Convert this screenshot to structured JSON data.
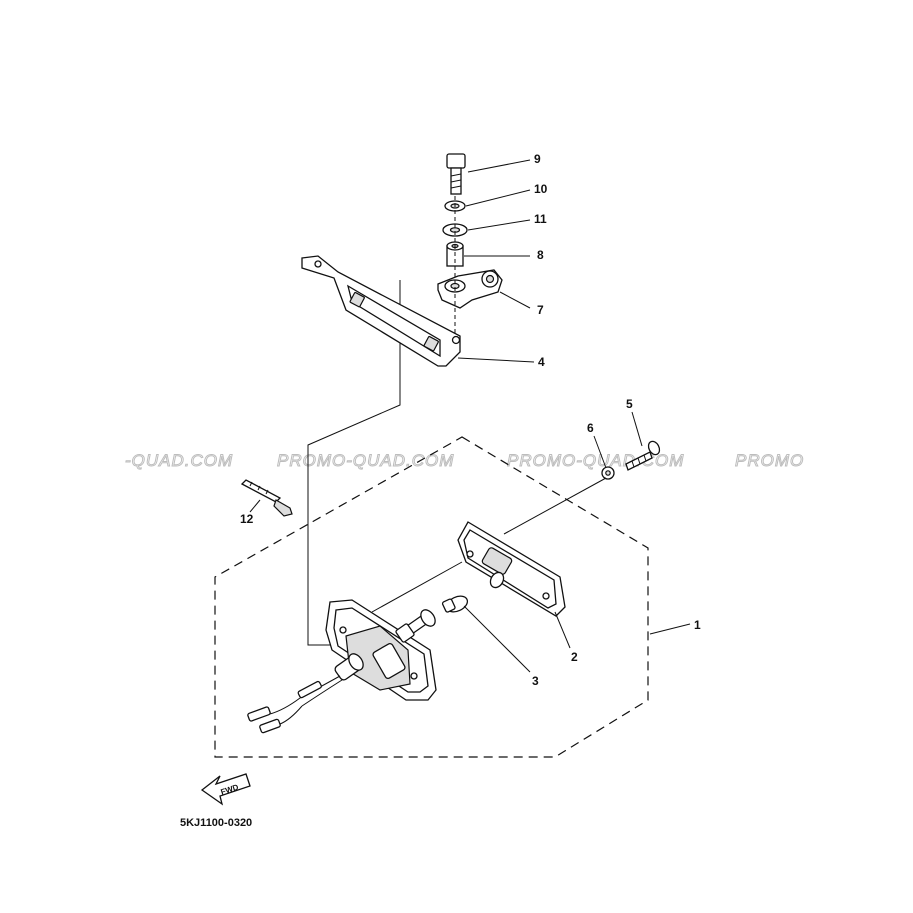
{
  "diagram": {
    "part_code": "5KJ1100-0320",
    "fwd_label": "FWD",
    "watermarks": [
      "-QUAD.COM",
      "PROMO-QUAD.COM",
      "PROMO-QUAD.COM",
      "PROMO"
    ],
    "callouts": {
      "c1": "1",
      "c2": "2",
      "c3": "3",
      "c4": "4",
      "c5": "5",
      "c6": "6",
      "c7": "7",
      "c8": "8",
      "c9": "9",
      "c10": "10",
      "c11": "11",
      "c12": "12"
    }
  }
}
